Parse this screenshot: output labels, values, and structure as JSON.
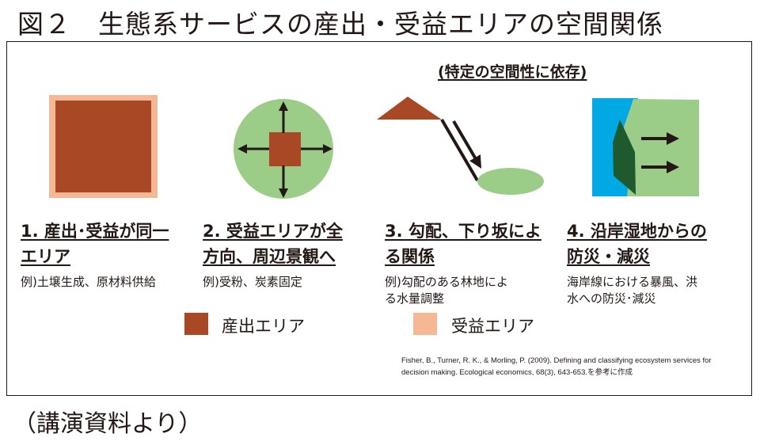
{
  "title": "図２　生態系サービスの産出・受益エリアの空間関係",
  "special_label": "(特定の空間性に依存)",
  "items": [
    {
      "heading_line1": "1. 産出･受益が同一",
      "heading_line2": "エリア",
      "example_line1": "例)土壌生成、原材料供給",
      "example_line2": ""
    },
    {
      "heading_line1": "2. 受益エリアが全",
      "heading_line2": "方向、周辺景観へ",
      "example_line1": "例)受粉、炭素固定",
      "example_line2": ""
    },
    {
      "heading_line1": "3. 勾配、下り坂によ",
      "heading_line2": "る関係",
      "example_line1": "例)勾配のある林地によ",
      "example_line2": "る水量調整"
    },
    {
      "heading_line1": "4. 沿岸湿地からの",
      "heading_line2": "防災・減災",
      "example_line1": "海岸線における暴風、洪",
      "example_line2": "水への防災･減災"
    }
  ],
  "legend": [
    {
      "label": "産出エリア",
      "color": "#a84824"
    },
    {
      "label": "受益エリア",
      "color": "#f6b894"
    }
  ],
  "reference_line1": "Fisher, B., Turner, R. K., & Morling, P. (2009). Defining and classifying ecosystem services for",
  "reference_line2": "decision making. Ecological economics, 68(3), 643-653.を参考に作成",
  "caption": "（講演資料より）",
  "colors": {
    "production": "#a84824",
    "benefit": "#f6b894",
    "green": "#9bcd88",
    "water": "#00a9e4",
    "wetland": "#1e5a2e",
    "arrow": "#231815"
  }
}
